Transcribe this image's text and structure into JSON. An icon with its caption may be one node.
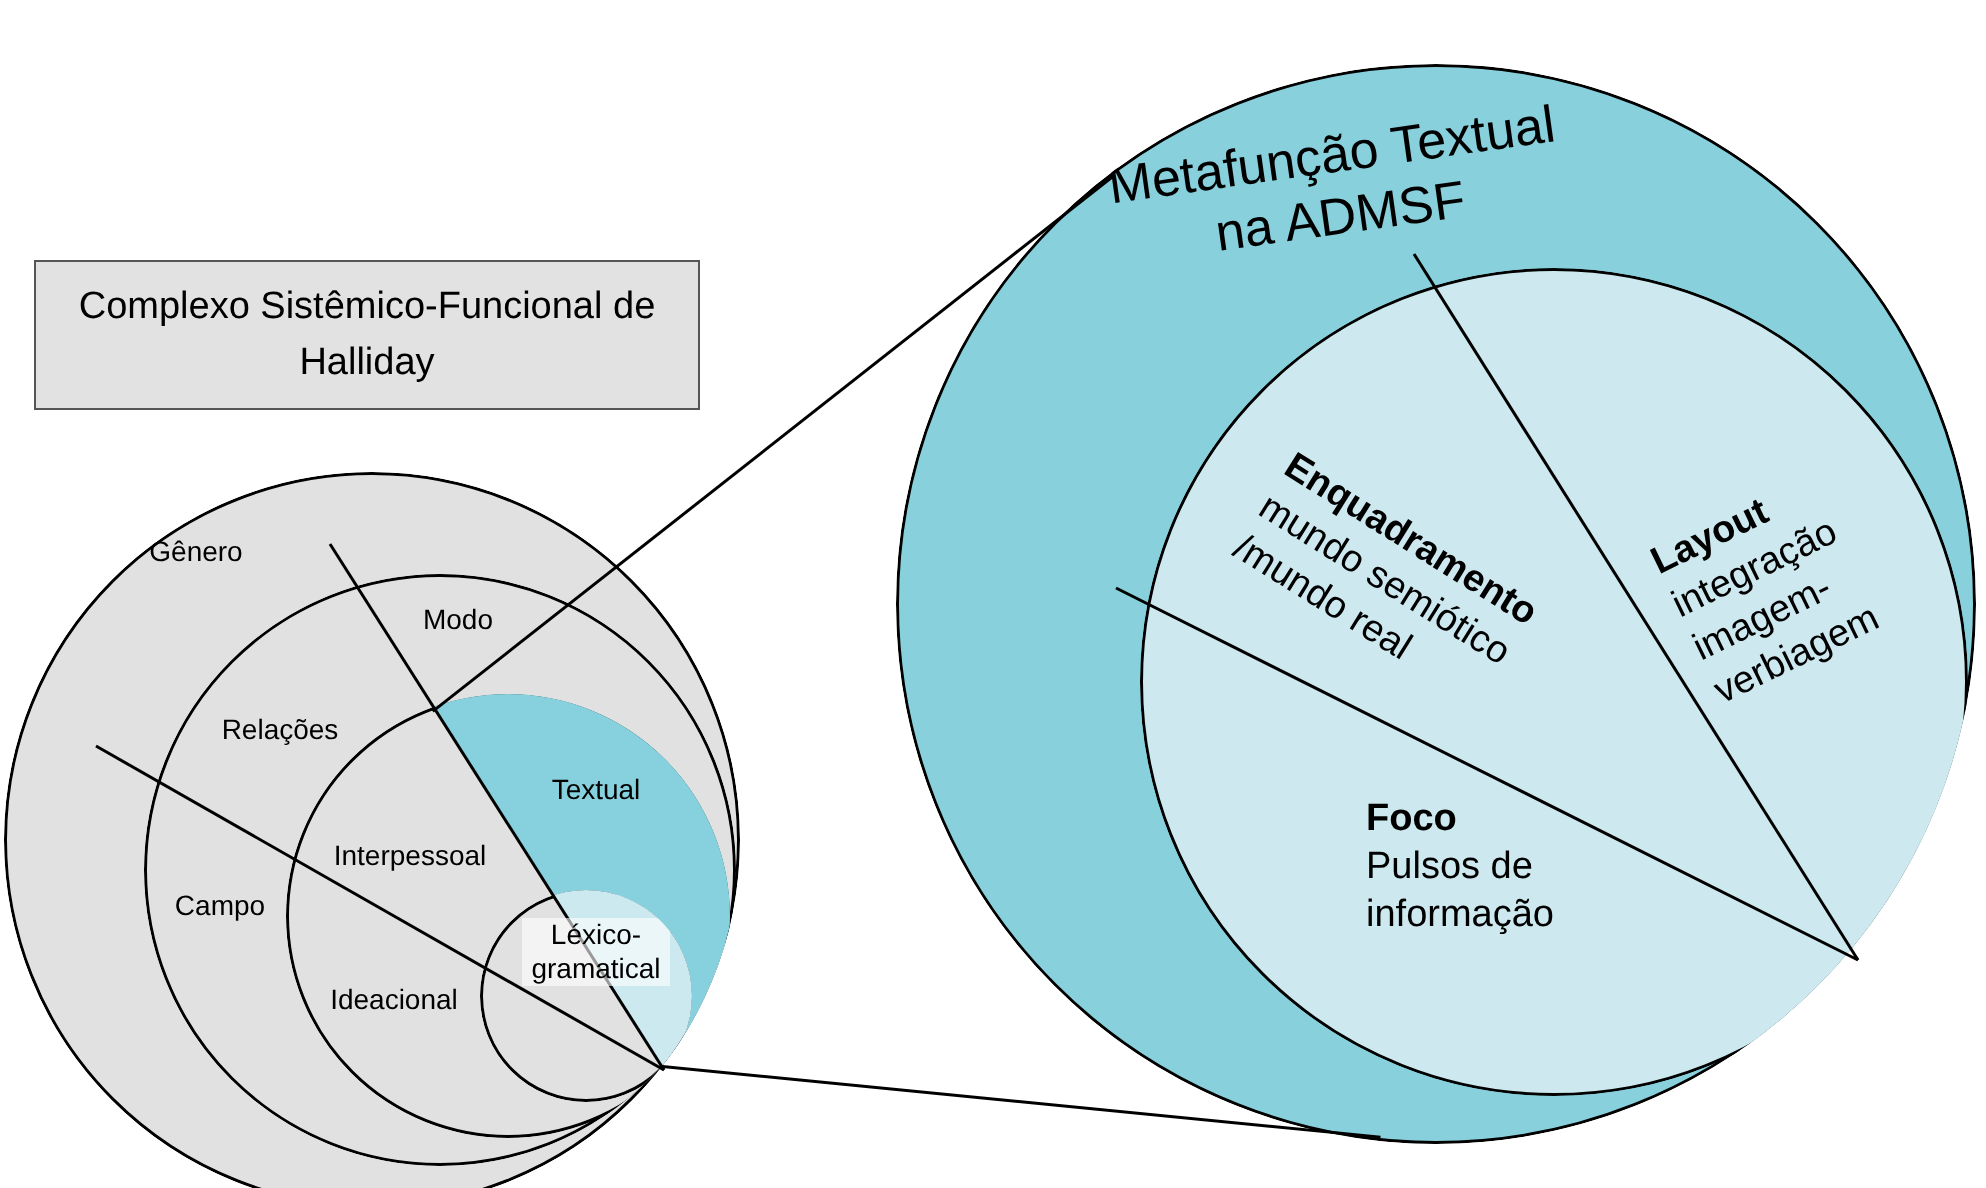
{
  "diagram": {
    "nodes": [
      {
        "text": [
          "Complexo Sistêmico-Funcional de Halliday"
        ]
      },
      {
        "text": [
          "Gênero"
        ]
      },
      {
        "text": [
          "Modo",
          "Relações",
          "Campo"
        ],
        "in": 1
      },
      {
        "text": [
          "Textual",
          "Interpessoal",
          "Ideacional"
        ],
        "in": 2
      },
      {
        "text": [
          "Léxico-gramatical"
        ],
        "in": 3
      },
      {
        "text": [
          "Metafunção Textual na ADMSF"
        ]
      },
      {
        "text": [
          "Enquadramento",
          "mundo semiótico /mundo real",
          "Layout",
          "integração imagem-verbiagem",
          "Foco",
          "Pulsos de informação"
        ],
        "in": 5
      }
    ],
    "edges": [
      {
        "from": 3,
        "to": 5,
        "arrow": "none"
      },
      {
        "from": 4,
        "to": 5,
        "arrow": "none"
      }
    ]
  }
}
